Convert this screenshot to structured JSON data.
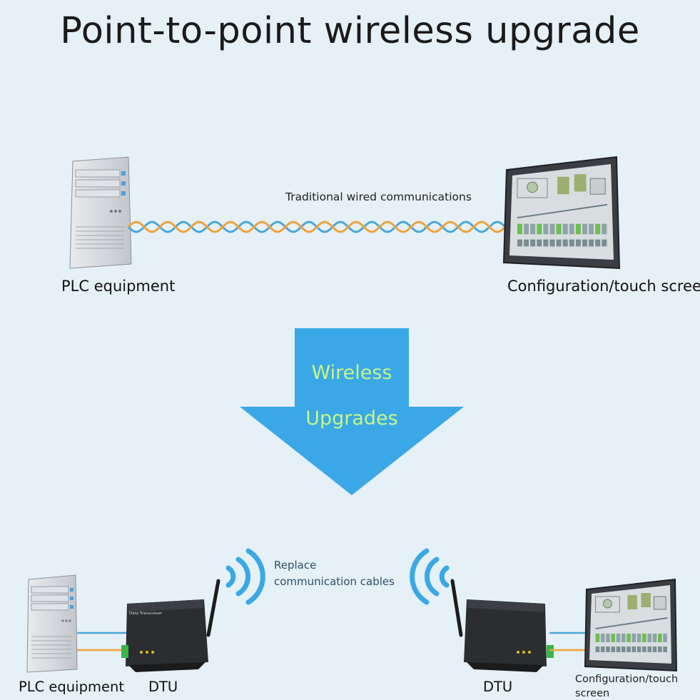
{
  "title": "Point-to-point wireless upgrade",
  "top": {
    "wired_label": "Traditional wired communications",
    "left_device_label": "PLC equipment",
    "right_device_label": "Configuration/touch screen"
  },
  "arrow": {
    "line1": "Wireless",
    "line2": "Upgrades"
  },
  "bottom": {
    "replace_line1": "Replace",
    "replace_line2": "communication cables",
    "left_plc_label": "PLC equipment",
    "left_dtu_label": "DTU",
    "right_dtu_label": "DTU",
    "right_screen_label_line1": "Configuration/touch",
    "right_screen_label_line2": "screen",
    "dtu_face_text": "Data Transceiver"
  },
  "colors": {
    "background": "#e5f0f7",
    "arrow_blue": "#3aa8e6",
    "arrow_text": "#c8f58a",
    "cable_blue": "#4aa7d8",
    "cable_orange": "#f0a23a"
  }
}
